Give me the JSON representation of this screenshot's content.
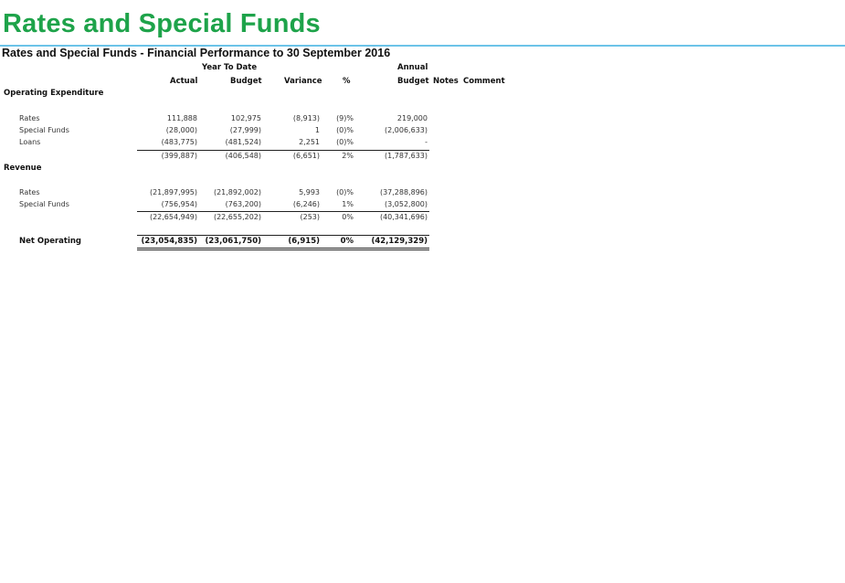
{
  "page_title": "Rates and Special Funds",
  "report_title": "Rates and Special Funds - Financial Performance to 30 September 2016",
  "headers": {
    "ytd": "Year To Date",
    "annual": "Annual",
    "actual": "Actual",
    "budget": "Budget",
    "variance": "Variance",
    "pct": "%",
    "annual_budget": "Budget",
    "notes": "Notes",
    "comment": "Comment"
  },
  "operating_expenditure": {
    "label": "Operating Expenditure",
    "rows": [
      {
        "label": "Rates",
        "actual": "111,888",
        "budget": "102,975",
        "variance": "(8,913)",
        "pct": "(9)%",
        "annual": "219,000"
      },
      {
        "label": "Special Funds",
        "actual": "(28,000)",
        "budget": "(27,999)",
        "variance": "1",
        "pct": "(0)%",
        "annual": "(2,006,633)"
      },
      {
        "label": "Loans",
        "actual": "(483,775)",
        "budget": "(481,524)",
        "variance": "2,251",
        "pct": "(0)%",
        "annual": "-"
      }
    ],
    "total": {
      "actual": "(399,887)",
      "budget": "(406,548)",
      "variance": "(6,651)",
      "pct": "2%",
      "annual": "(1,787,633)"
    }
  },
  "revenue": {
    "label": "Revenue",
    "rows": [
      {
        "label": "Rates",
        "actual": "(21,897,995)",
        "budget": "(21,892,002)",
        "variance": "5,993",
        "pct": "(0)%",
        "annual": "(37,288,896)"
      },
      {
        "label": "Special Funds",
        "actual": "(756,954)",
        "budget": "(763,200)",
        "variance": "(6,246)",
        "pct": "1%",
        "annual": "(3,052,800)"
      }
    ],
    "total": {
      "actual": "(22,654,949)",
      "budget": "(22,655,202)",
      "variance": "(253)",
      "pct": "0%",
      "annual": "(40,341,696)"
    }
  },
  "net_operating": {
    "label": "Net Operating",
    "actual": "(23,054,835)",
    "budget": "(23,061,750)",
    "variance": "(6,915)",
    "pct": "0%",
    "annual": "(42,129,329)"
  }
}
